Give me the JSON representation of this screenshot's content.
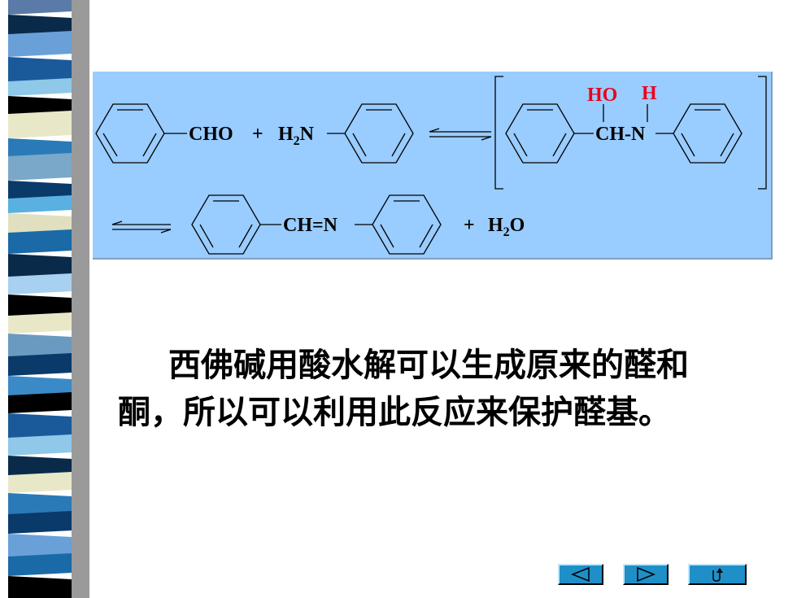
{
  "scheme": {
    "benzaldehyde": "CHO",
    "plus1": "+",
    "amine_h": "H",
    "amine_sub": "2",
    "amine_n": "N",
    "intermediate_ho": "HO",
    "intermediate_h": "H",
    "intermediate_core": "CH-N",
    "imine": "CH=N",
    "plus2": "+",
    "water_h": "H",
    "water_sub": "2",
    "water_o": "O",
    "highlight_color": "#e8001c",
    "panel_color": "#99ccff"
  },
  "text": {
    "line1": "西佛碱用酸水解可以生成原来的醛和",
    "line2": "酮，所以可以利用此反应来保护醛基。"
  },
  "nav": {
    "prev_icon": "triangle-left-icon",
    "next_icon": "triangle-right-icon",
    "return_icon": "return-arrow-icon"
  }
}
